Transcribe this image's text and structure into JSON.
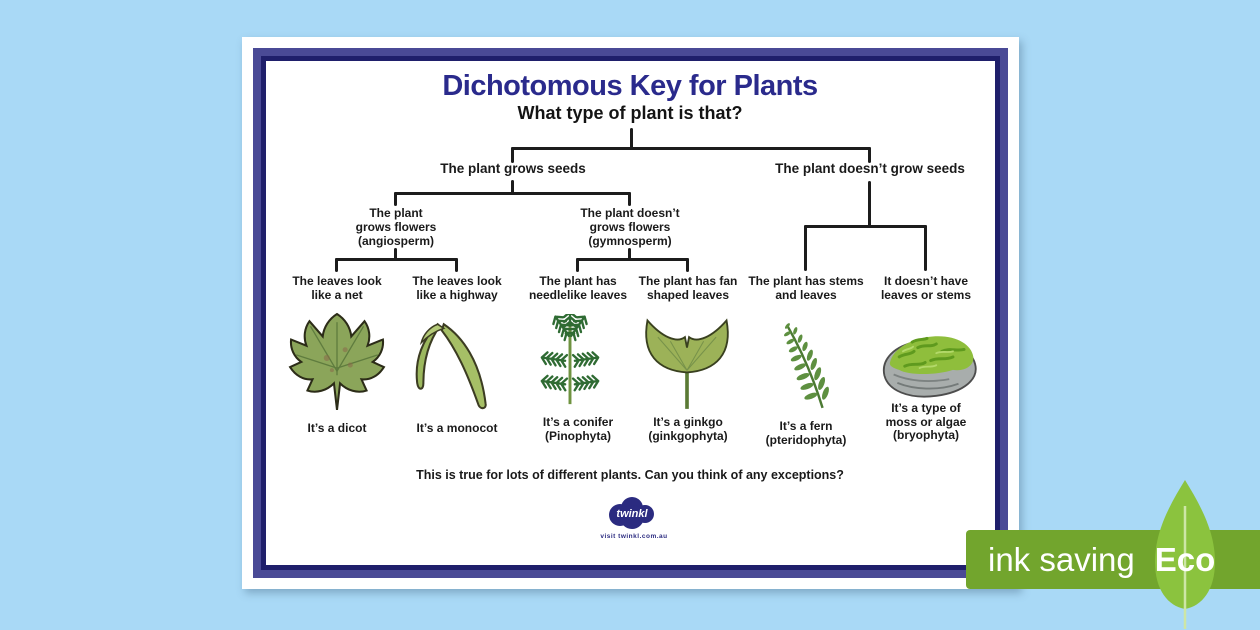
{
  "poster": {
    "title": "Dichotomous Key for Plants",
    "subtitle": "What type of plant is that?",
    "question": "This is true for lots of different plants. Can you think of any exceptions?",
    "logo_text": "twinkl",
    "logo_url_text": "visit twinkl.com.au"
  },
  "tree": {
    "branch_seeds": "The plant grows seeds",
    "branch_no_seeds": "The plant doesn’t grow seeds",
    "angiosperm": [
      "The plant",
      "grows flowers",
      "(angiosperm)"
    ],
    "gymnosperm": [
      "The plant doesn’t",
      "grows flowers",
      "(gymnosperm)"
    ],
    "leaves": [
      {
        "label": [
          "The leaves look",
          "like a net"
        ],
        "result": [
          "It’s a dicot"
        ],
        "icon": "maple-leaf-icon"
      },
      {
        "label": [
          "The leaves look",
          "like a highway"
        ],
        "result": [
          "It’s a monocot"
        ],
        "icon": "grass-blade-icon"
      },
      {
        "label": [
          "The plant has",
          "needlelike leaves"
        ],
        "result": [
          "It’s a conifer",
          "(Pinophyta)"
        ],
        "icon": "conifer-branch-icon"
      },
      {
        "label": [
          "The plant has fan",
          "shaped leaves"
        ],
        "result": [
          "It’s a ginkgo",
          "(ginkgophyta)"
        ],
        "icon": "ginkgo-leaf-icon"
      },
      {
        "label": [
          "The plant has stems",
          "and leaves"
        ],
        "result": [
          "It’s a fern",
          "(pteridophyta)"
        ],
        "icon": "fern-frond-icon"
      },
      {
        "label": [
          "It doesn’t have",
          "leaves or stems"
        ],
        "result": [
          "It’s a type of",
          "moss or algae",
          "(bryophyta)"
        ],
        "icon": "moss-rock-icon"
      }
    ]
  },
  "badge": {
    "ink_saving_label": "ink saving",
    "eco_label": "Eco",
    "banner_color": "#72a52d",
    "leaf_color": "#8bc33e"
  },
  "colors": {
    "page_background": "#a9d9f6",
    "poster_background": "#ffffff",
    "border_outer": "#4a4a96",
    "border_inner": "#1f1f6b",
    "title_navy": "#2a2a8c",
    "tree_line": "#1c1c1c",
    "logo_navy": "#2b2b80"
  }
}
